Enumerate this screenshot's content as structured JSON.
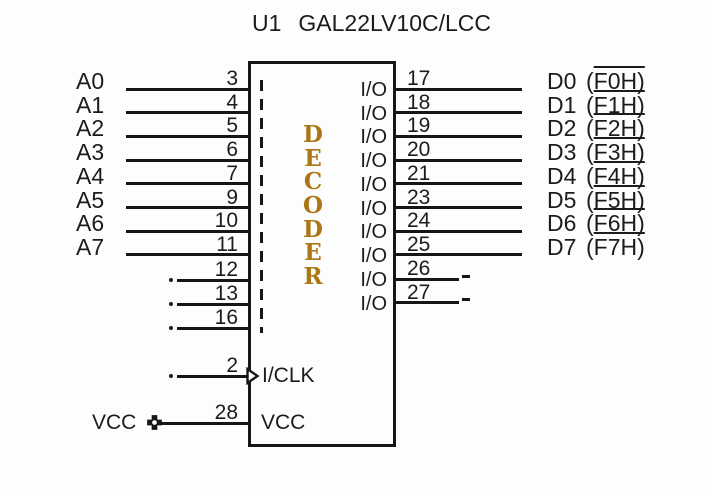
{
  "title": {
    "designator": "U1",
    "part_number": "GAL22LV10C/LCC"
  },
  "chip": {
    "function_label": "DECODER",
    "io_port_label": "I/O",
    "clk_port_label": "I/CLK",
    "vcc_port_label": "VCC"
  },
  "colors": {
    "function_label": "#AC7614",
    "ink": "#161616"
  },
  "punctuation": {
    "open": "(",
    "close": ")"
  },
  "address_inputs": [
    {
      "label": "A0",
      "pin": "3"
    },
    {
      "label": "A1",
      "pin": "4"
    },
    {
      "label": "A2",
      "pin": "5"
    },
    {
      "label": "A3",
      "pin": "6"
    },
    {
      "label": "A4",
      "pin": "7"
    },
    {
      "label": "A5",
      "pin": "9"
    },
    {
      "label": "A6",
      "pin": "10"
    },
    {
      "label": "A7",
      "pin": "11"
    }
  ],
  "unused_input_pins": [
    "12",
    "13",
    "16"
  ],
  "clock_input": {
    "pin": "2"
  },
  "power": {
    "net_label": "VCC",
    "pin": "28"
  },
  "data_outputs": [
    {
      "pin": "17",
      "label": "D0",
      "address": "F0H"
    },
    {
      "pin": "18",
      "label": "D1",
      "address": "F1H"
    },
    {
      "pin": "19",
      "label": "D2",
      "address": "F2H"
    },
    {
      "pin": "20",
      "label": "D3",
      "address": "F3H"
    },
    {
      "pin": "21",
      "label": "D4",
      "address": "F4H"
    },
    {
      "pin": "23",
      "label": "D5",
      "address": "F5H"
    },
    {
      "pin": "24",
      "label": "D6",
      "address": "F6H"
    },
    {
      "pin": "25",
      "label": "D7",
      "address": "F7H"
    }
  ],
  "unconnected_output_pins": [
    "26",
    "27"
  ]
}
